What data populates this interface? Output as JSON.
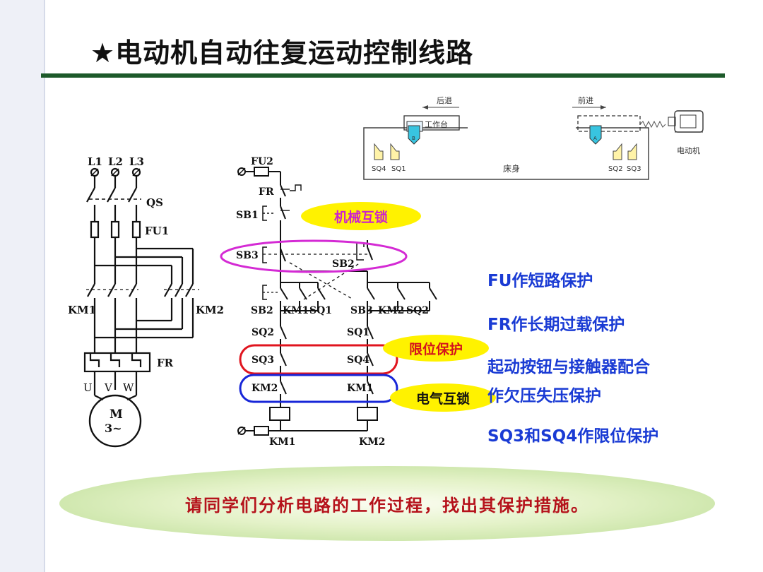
{
  "title": "★电动机自动往复运动控制线路",
  "machine_diagram": {
    "backward_label": "后退",
    "forward_label": "前进",
    "table_label": "工作台",
    "bed_label": "床身",
    "motor_label": "电动机",
    "switch_a": "A",
    "switch_b": "B",
    "sq4": "SQ4",
    "sq1": "SQ1",
    "sq2": "SQ2",
    "sq3": "SQ3"
  },
  "main_circuit": {
    "l1": "L1",
    "l2": "L2",
    "l3": "L3",
    "qs": "QS",
    "fu1": "FU1",
    "km1": "KM1",
    "km2": "KM2",
    "fr": "FR",
    "u": "U",
    "v": "V",
    "w": "W",
    "motor_m": "M",
    "motor_phase": "3~"
  },
  "control_circuit": {
    "fu2": "FU2",
    "fr": "FR",
    "sb1": "SB1",
    "sb3": "SB3",
    "sb2": "SB2",
    "row_sb2": "SB2",
    "row_km1": "KM1",
    "row_sq1": "SQ1",
    "row_sb3": "SB3",
    "row_km2": "KM2",
    "row_sq2": "SQ2",
    "sq2": "SQ2",
    "sq1": "SQ1",
    "sq3": "SQ3",
    "sq4": "SQ4",
    "km2_il": "KM2",
    "km1_il": "KM1",
    "coil_km1": "KM1",
    "coil_km2": "KM2"
  },
  "callouts": {
    "mechanical_interlock": "机械互锁",
    "limit_protection": "限位保护",
    "electrical_interlock": "电气互锁"
  },
  "notes": [
    "FU作短路保护",
    "FR作长期过载保护",
    "起动按钮与接触器配合",
    "作欠压失压保护",
    "SQ3和SQ4作限位保护"
  ],
  "footer": "请同学们分析电路的工作过程，找出其保护措施。",
  "colors": {
    "title_rule": "#1d5a2a",
    "note_text": "#1a3bd4",
    "callout_bg": "#fff200",
    "magenta_ring": "#d42ad4",
    "red_ring": "#e0141e",
    "blue_ring": "#1726d8",
    "footer_text": "#b5121b"
  }
}
